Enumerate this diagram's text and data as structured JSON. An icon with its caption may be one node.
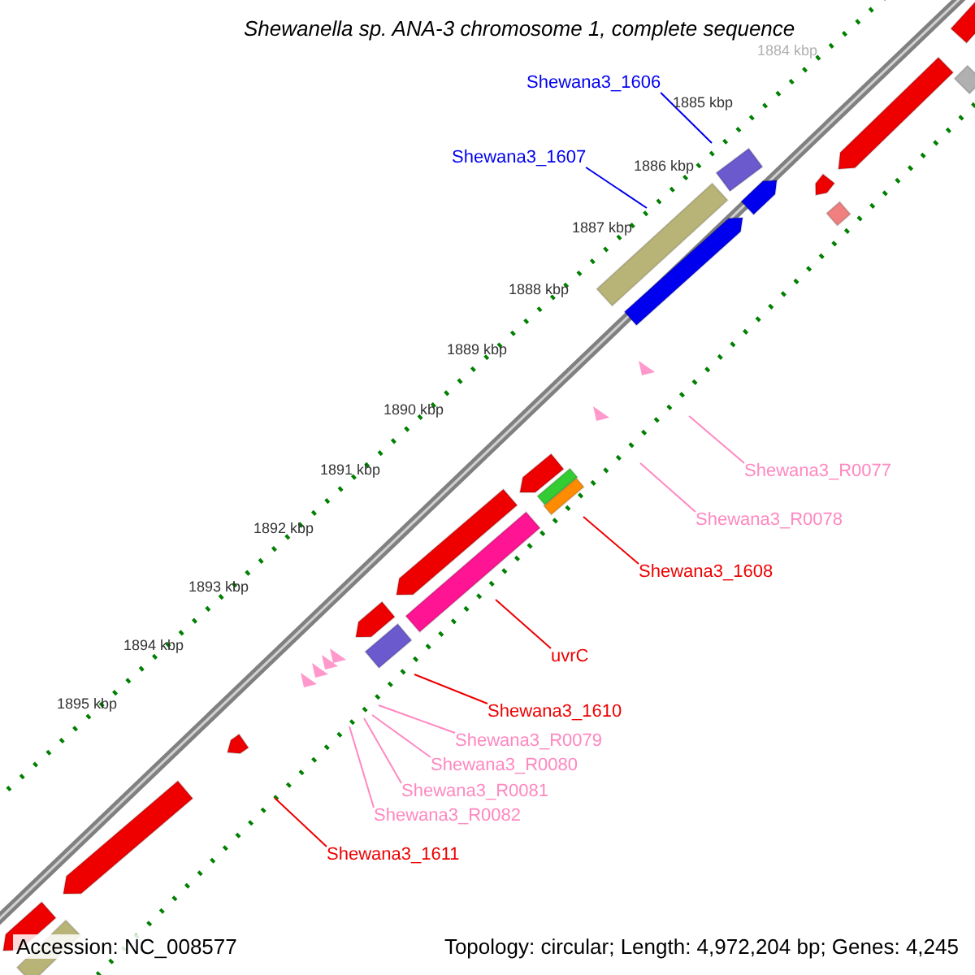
{
  "diagram": {
    "title": "Shewanella sp. ANA-3 chromosome 1, complete sequence",
    "nodes": [
      {
        "text": [
          "Shewana3_1606"
        ]
      },
      {
        "text": [
          "Shewana3_1607"
        ]
      },
      {
        "text": [
          "Shewana3_R0077"
        ]
      },
      {
        "text": [
          "Shewana3_R0078"
        ]
      },
      {
        "text": [
          "Shewana3_1608"
        ]
      },
      {
        "text": [
          "uvrC"
        ]
      },
      {
        "text": [
          "Shewana3_1610"
        ]
      },
      {
        "text": [
          "Shewana3_R0079"
        ]
      },
      {
        "text": [
          "Shewana3_R0080"
        ]
      },
      {
        "text": [
          "Shewana3_R0081"
        ]
      },
      {
        "text": [
          "Shewana3_R0082"
        ]
      },
      {
        "text": [
          "Shewana3_1611"
        ]
      }
    ],
    "edges": [
      {
        "from": 0,
        "to": null,
        "arrow": "none",
        "color": "#0000ee"
      },
      {
        "from": 1,
        "to": null,
        "arrow": "none",
        "color": "#0000ee"
      },
      {
        "from": 2,
        "to": null,
        "arrow": "none"
      },
      {
        "from": 3,
        "to": null,
        "arrow": "none"
      },
      {
        "from": 4,
        "to": null,
        "arrow": "none",
        "color": "#ee0000"
      },
      {
        "from": 5,
        "to": null,
        "arrow": "none",
        "color": "#ee0000"
      },
      {
        "from": 6,
        "to": null,
        "arrow": "none",
        "color": "#ee0000"
      },
      {
        "from": 7,
        "to": null,
        "arrow": "none"
      },
      {
        "from": 8,
        "to": null,
        "arrow": "none"
      },
      {
        "from": 9,
        "to": null,
        "arrow": "none"
      },
      {
        "from": 10,
        "to": null,
        "arrow": "none"
      },
      {
        "from": 11,
        "to": null,
        "arrow": "none",
        "color": "#ee0000"
      }
    ],
    "labels": [
      "1884 kbp",
      "1885 kbp",
      "1886 kbp",
      "1887 kbp",
      "1888 kbp",
      "1889 kbp",
      "1890 kbp",
      "1891 kbp",
      "1892 kbp",
      "1893 kbp",
      "1894 kbp",
      "1895 kbp",
      "Accession: NC_008577",
      "Topology: circular; Length: 4,972,204 bp; Genes: 4,245"
    ]
  }
}
